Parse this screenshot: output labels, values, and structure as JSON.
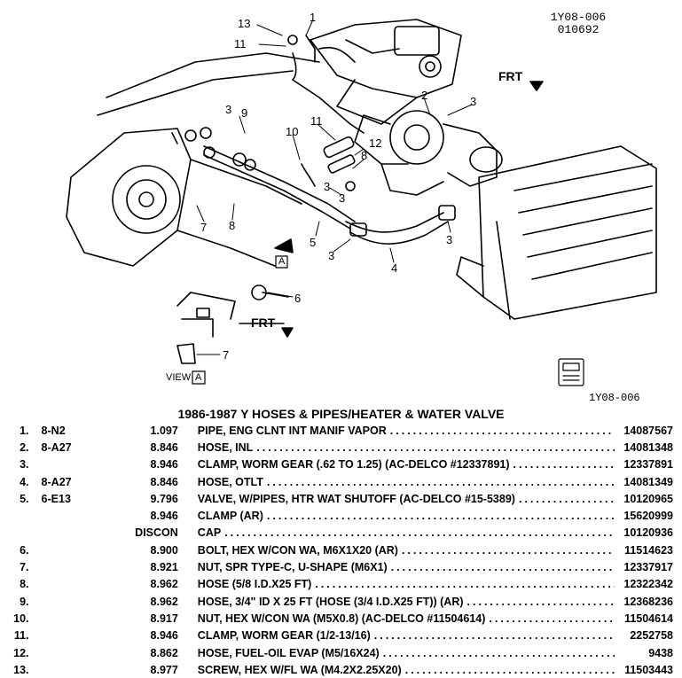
{
  "header": {
    "code_line1": "1Y08-006",
    "code_line2": "010692"
  },
  "diagram": {
    "callouts": [
      "13",
      "11",
      "1",
      "2",
      "3",
      "3",
      "9",
      "10",
      "11",
      "12",
      "8",
      "3",
      "3",
      "7",
      "8",
      "5",
      "3",
      "4",
      "6",
      "7"
    ],
    "frt_label": "FRT",
    "frt_label_2": "FRT",
    "view_marker": "A",
    "view_caption": "VIEW",
    "view_caption_box": "A",
    "footer_code": "1Y08-006"
  },
  "parts": {
    "title": "1986-1987 Y HOSES & PIPES/HEATER & WATER VALVE",
    "rows": [
      {
        "item": "1.",
        "loc": "8-N2",
        "group": "1.097",
        "desc": "PIPE, ENG CLNT INT MANIF VAPOR",
        "part": "14087567"
      },
      {
        "item": "2.",
        "loc": "8-A27",
        "group": "8.846",
        "desc": "HOSE, INL",
        "part": "14081348"
      },
      {
        "item": "3.",
        "loc": "",
        "group": "8.946",
        "desc": "CLAMP, WORM GEAR (.62 TO 1.25) (AC-DELCO #12337891)",
        "part": "12337891"
      },
      {
        "item": "4.",
        "loc": "8-A27",
        "group": "8.846",
        "desc": "HOSE, OTLT",
        "part": "14081349"
      },
      {
        "item": "5.",
        "loc": "6-E13",
        "group": "9.796",
        "desc": "VALVE, W/PIPES, HTR WAT SHUTOFF (AC-DELCO #15-5389)",
        "part": "10120965"
      },
      {
        "item": "",
        "loc": "",
        "group": "8.946",
        "desc": "CLAMP (AR)",
        "part": "15620999"
      },
      {
        "item": "",
        "loc": "",
        "group": "DISCON",
        "desc": "CAP",
        "part": "10120936"
      },
      {
        "item": "6.",
        "loc": "",
        "group": "8.900",
        "desc": "BOLT, HEX W/CON WA, M6X1X20 (AR)",
        "part": "11514623"
      },
      {
        "item": "7.",
        "loc": "",
        "group": "8.921",
        "desc": "NUT, SPR TYPE-C, U-SHAPE (M6X1)",
        "part": "12337917"
      },
      {
        "item": "8.",
        "loc": "",
        "group": "8.962",
        "desc": "HOSE (5/8 I.D.X25 FT)",
        "part": "12322342"
      },
      {
        "item": "9.",
        "loc": "",
        "group": "8.962",
        "desc": "HOSE, 3/4\" ID X 25 FT (HOSE (3/4 I.D.X25 FT)) (AR)",
        "part": "12368236"
      },
      {
        "item": "10.",
        "loc": "",
        "group": "8.917",
        "desc": "NUT, HEX W/CON WA (M5X0.8) (AC-DELCO #11504614)",
        "part": "11504614"
      },
      {
        "item": "11.",
        "loc": "",
        "group": "8.946",
        "desc": "CLAMP, WORM GEAR (1/2-13/16)",
        "part": "2252758"
      },
      {
        "item": "12.",
        "loc": "",
        "group": "8.862",
        "desc": "HOSE, FUEL-OIL EVAP (M5/16X24)",
        "part": "9438"
      },
      {
        "item": "13.",
        "loc": "",
        "group": "8.977",
        "desc": "SCREW, HEX W/FL WA (M4.2X2.25X20)",
        "part": "11503443"
      }
    ]
  }
}
